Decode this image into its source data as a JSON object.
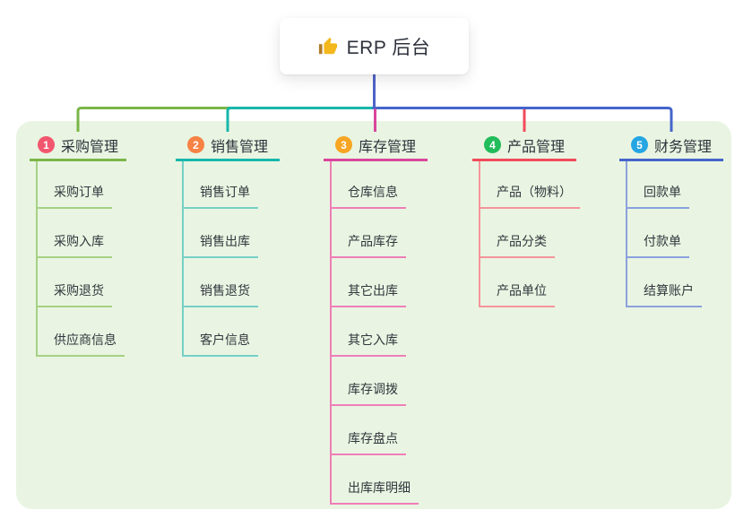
{
  "page": {
    "background_color": "#ffffff",
    "panel_color": "#e9f5e2"
  },
  "root": {
    "label": "ERP 后台",
    "icon": "thumbs-up-icon",
    "icon_color": "#f4b81c",
    "icon_cuff_color": "#b07b28",
    "stem_color": "#4f63c8"
  },
  "branches": [
    {
      "index": "1",
      "label": "采购管理",
      "badge_color": "#f2566f",
      "line_color": "#7ab648",
      "child_line_color": "#a6d184",
      "children": [
        "采购订单",
        "采购入库",
        "采购退货",
        "供应商信息"
      ]
    },
    {
      "index": "2",
      "label": "销售管理",
      "badge_color": "#f68244",
      "line_color": "#17b7ab",
      "child_line_color": "#76cfc6",
      "children": [
        "销售订单",
        "销售出库",
        "销售退货",
        "客户信息"
      ]
    },
    {
      "index": "3",
      "label": "库存管理",
      "badge_color": "#f7a523",
      "line_color": "#da459c",
      "child_line_color": "#ef7eb8",
      "children": [
        "仓库信息",
        "产品库存",
        "其它出库",
        "其它入库",
        "库存调拨",
        "库存盘点",
        "出库库明细"
      ]
    },
    {
      "index": "4",
      "label": "产品管理",
      "badge_color": "#22bc5b",
      "line_color": "#f24a5b",
      "child_line_color": "#f5949b",
      "children": [
        "产品（物料）",
        "产品分类",
        "产品单位"
      ]
    },
    {
      "index": "5",
      "label": "财务管理",
      "badge_color": "#25a6e2",
      "line_color": "#4565cb",
      "child_line_color": "#8ba1de",
      "children": [
        "回款单",
        "付款单",
        "结算账户"
      ]
    }
  ]
}
